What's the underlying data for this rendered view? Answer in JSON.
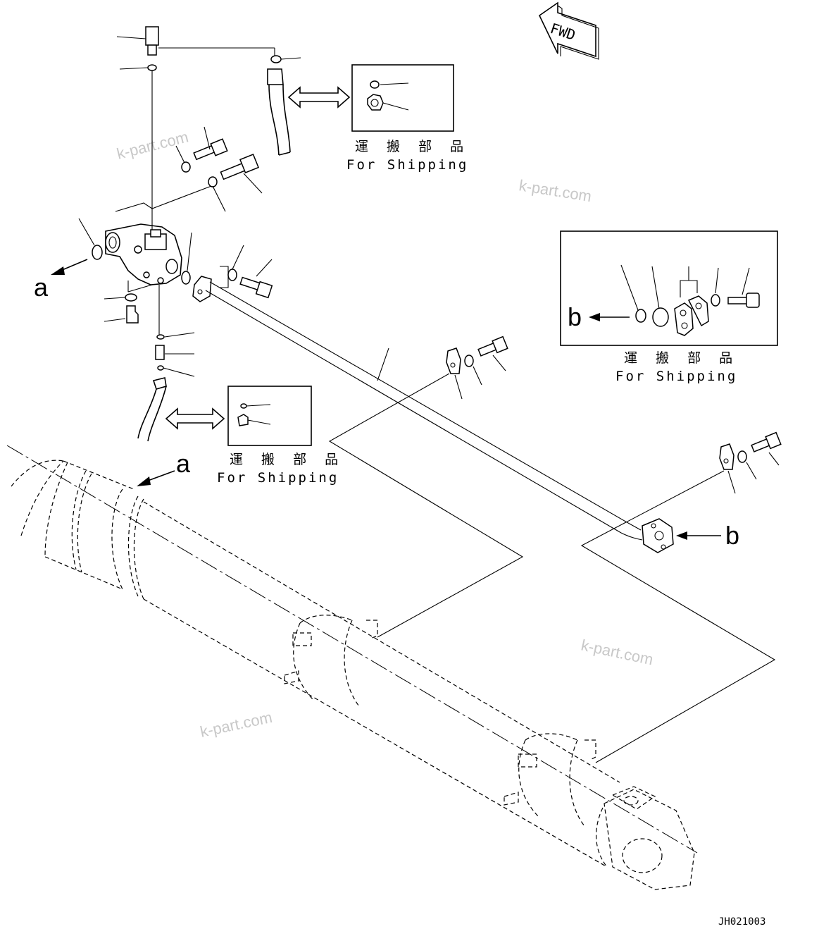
{
  "fwd_label": "FWD",
  "shipping": {
    "jp": "運 搬 部 品",
    "en": "For Shipping"
  },
  "callouts": {
    "a": "a",
    "b": "b"
  },
  "watermark": "k-part.com",
  "drawing_code": "JH021003"
}
